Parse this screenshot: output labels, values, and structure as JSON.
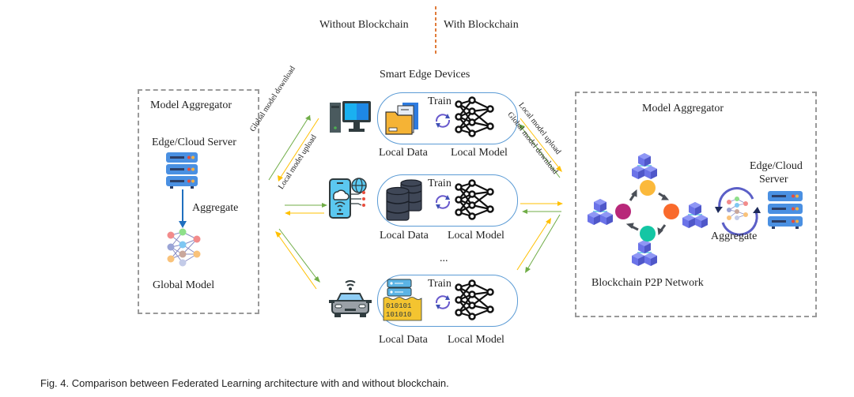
{
  "header": {
    "left_label": "Without Blockchain",
    "right_label": "With Blockchain",
    "divider_color": "#e07b39"
  },
  "left_panel": {
    "title": "Model Aggregator",
    "server_label": "Edge/Cloud Server",
    "aggregate_label": "Aggregate",
    "global_model_label": "Global Model"
  },
  "center": {
    "title": "Smart Edge Devices",
    "ellipsis": "...",
    "devices": [
      {
        "device": "desktop-computer",
        "data_icon": "folder-documents",
        "train_label": "Train",
        "local_data_label": "Local Data",
        "local_model_label": "Local Model"
      },
      {
        "device": "smartphone-iot",
        "data_icon": "database",
        "train_label": "Train",
        "local_data_label": "Local Data",
        "local_model_label": "Local Model"
      },
      {
        "device": "connected-car",
        "data_icon": "server-binary",
        "train_label": "Train",
        "local_data_label": "Local Data",
        "local_model_label": "Local Model"
      }
    ]
  },
  "arrows": {
    "left_download_label": "Global model download",
    "left_upload_label": "Local model upload",
    "right_upload_label": "Local model upload",
    "right_download_label": "Global model download",
    "download_color": "#70ad47",
    "upload_color": "#ffc000"
  },
  "right_panel": {
    "title": "Model Aggregator",
    "server_label_line1": "Edge/Cloud",
    "server_label_line2": "Server",
    "aggregate_label": "Aggregate",
    "network_label": "Blockchain P2P Network",
    "node_colors": [
      "#fbb93b",
      "#f96a2c",
      "#14c6a4",
      "#b8287a"
    ]
  },
  "caption": "Fig. 4. Comparison between Federated Learning architecture with and without blockchain."
}
